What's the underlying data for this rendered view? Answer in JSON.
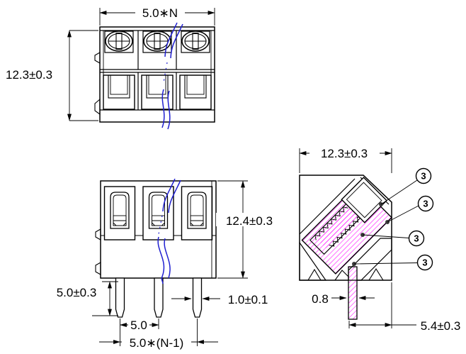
{
  "drawing": {
    "type": "terminal-block-3-view-engineering-drawing",
    "colors": {
      "outline": "#000000",
      "hatch": "#ff00ff",
      "break_line": "#1f1fd0",
      "background": "#ffffff"
    },
    "top_view": {
      "width_dim": "5.0∗N",
      "height_dim": "12.3±0.3"
    },
    "front_view": {
      "height_dim": "12.4±0.3",
      "pin_length_dim": "5.0±0.3",
      "pin_width_dim": "1.0±0.1",
      "pin_pitch_dim": "5.0",
      "pin_span_dim": "5.0∗(N-1)"
    },
    "side_view": {
      "width_dim": "12.3±0.3",
      "pin_thickness_dim": "0.8",
      "pin_offset_dim": "5.4±0.3",
      "callouts": [
        "3",
        "3",
        "3",
        "3"
      ]
    }
  }
}
